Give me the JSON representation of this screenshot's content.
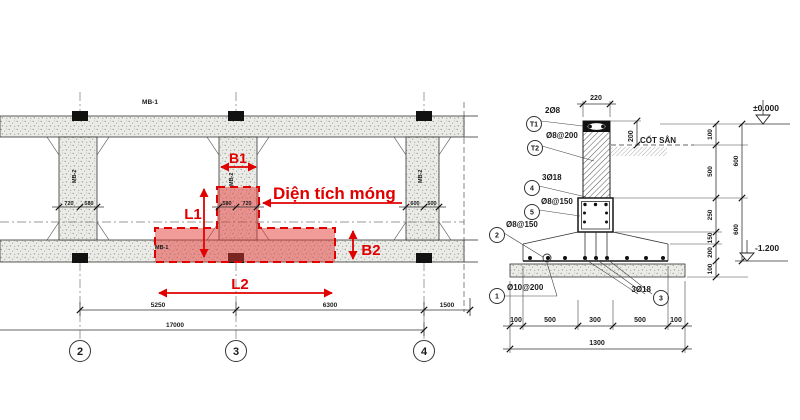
{
  "plan": {
    "top_beam_label": "MB-1",
    "bottom_beam_label": "MB-1",
    "strip_label_left": "MB-2",
    "strip_label_center": "MB-2",
    "strip_label_right": "MB-2",
    "strip_dims_left": [
      "720",
      "580"
    ],
    "strip_dims_center": [
      "580",
      "720"
    ],
    "strip_dims_right": [
      "600",
      "500"
    ],
    "span_dims": [
      "5250",
      "6300",
      "1500"
    ],
    "overall_dim": "17000",
    "grid_bubbles": [
      "2",
      "3",
      "4"
    ],
    "highlight": {
      "area_label": "Diện tích móng",
      "dim_b1": "B1",
      "dim_b2": "B2",
      "dim_l1": "L1",
      "dim_l2": "L2",
      "fill_color": "#e85c5c",
      "line_color": "#e00000"
    }
  },
  "section": {
    "stem_width_dim": "220",
    "stem_top_dim": "200",
    "ground_label": "CỐT SÂN",
    "elevation_top": "±0.000",
    "elevation_bottom": "-1.200",
    "callouts": {
      "t1": {
        "ref": "T1",
        "label": "2Ø8"
      },
      "t2": {
        "ref": "T2",
        "label": "Ø8@200"
      },
      "c4": {
        "ref": "4",
        "label": "3Ø18"
      },
      "c5": {
        "ref": "5",
        "label": "Ø8@150"
      },
      "c2": {
        "ref": "2",
        "label": "Ø8@150"
      },
      "c1": {
        "ref": "1",
        "label": "Ø10@200"
      },
      "c3": {
        "ref": "3",
        "label": "3Ø18"
      }
    },
    "right_dims_inner": [
      "100",
      "500",
      "250",
      "150",
      "200",
      "100"
    ],
    "right_dims_outer": [
      "600",
      "600"
    ],
    "bottom_dims": [
      "100",
      "500",
      "300",
      "500",
      "100"
    ],
    "bottom_overall": "1300"
  }
}
